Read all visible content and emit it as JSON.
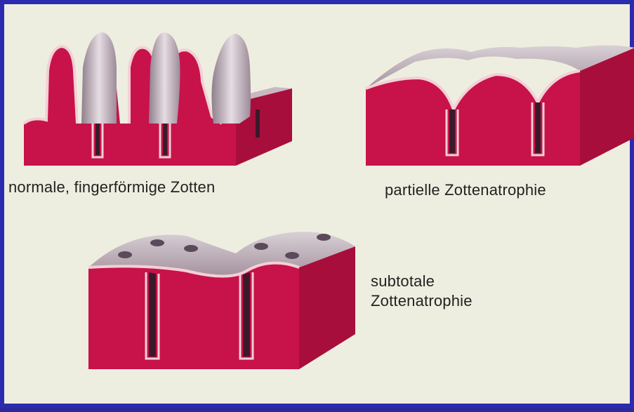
{
  "panels": [
    {
      "caption": "normale, fingerförmige Zotten"
    },
    {
      "caption": "partielle Zottenatrophie"
    },
    {
      "caption_line1": "subtotale",
      "caption_line2": "Zottenatrophie"
    }
  ],
  "colors": {
    "frame": "#2b2bb0",
    "background": "#eeeee0",
    "tissue": "#c8124a",
    "tissue_side": "#a80e3c",
    "epithelium": "#f2d0d6",
    "villus_surface": "#b9a9b3",
    "crypt": "#3a1a2a"
  }
}
